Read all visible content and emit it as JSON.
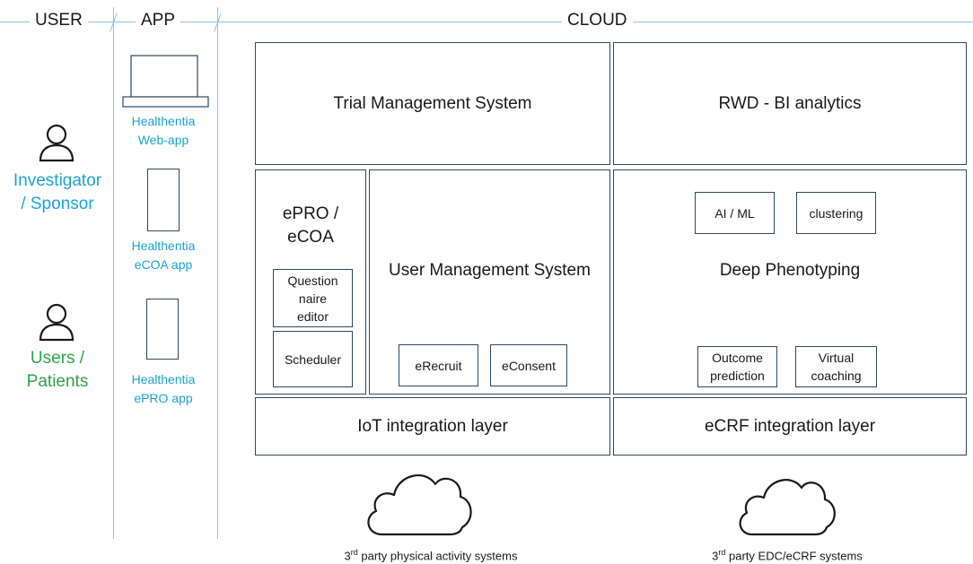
{
  "columns": {
    "user": "USER",
    "app": "APP",
    "cloud": "CLOUD"
  },
  "roles": [
    {
      "label_line1": "Investigator",
      "label_line2": "/ Sponsor",
      "color": "#1ba3d6",
      "icon": "person-icon"
    },
    {
      "label_line1": "Users /",
      "label_line2": "Patients",
      "color": "#2aa64a",
      "icon": "person-icon"
    }
  ],
  "apps": [
    {
      "line1": "Healthentia",
      "line2": "Web-app",
      "icon": "laptop-icon"
    },
    {
      "line1": "Healthentia",
      "line2": "eCOA app",
      "icon": "phone-icon"
    },
    {
      "line1": "Healthentia",
      "line2": "ePRO app",
      "icon": "phone-icon"
    }
  ],
  "cloud": {
    "trial_management": "Trial Management System",
    "rwd_bi": "RWD - BI analytics",
    "epro": {
      "line1": "ePRO /",
      "line2": "eCOA"
    },
    "questionnaire_editor": {
      "line1": "Question",
      "line2": "naire",
      "line3": "editor"
    },
    "scheduler": "Scheduler",
    "user_management": "User Management System",
    "erecruit": "eRecruit",
    "econsent": "eConsent",
    "deep_phenotyping": "Deep Phenotyping",
    "ai_ml": "AI / ML",
    "clustering": "clustering",
    "outcome_prediction": {
      "line1": "Outcome",
      "line2": "prediction"
    },
    "virtual_coaching": {
      "line1": "Virtual",
      "line2": "coaching"
    },
    "iot_layer": "IoT integration layer",
    "ecrf_layer": "eCRF integration layer"
  },
  "external": [
    {
      "prefix": "3",
      "sup": "rd",
      "suffix": " party physical activity systems",
      "icon": "cloud-icon"
    },
    {
      "prefix": "3",
      "sup": "rd",
      "suffix": " party EDC/eCRF systems",
      "icon": "cloud-icon"
    }
  ],
  "colors": {
    "line": "#8fc3e6",
    "box_border": "#2e4a62",
    "app_text": "#1ba3d6",
    "investigator": "#1ba3d6",
    "patients": "#2aa64a"
  }
}
